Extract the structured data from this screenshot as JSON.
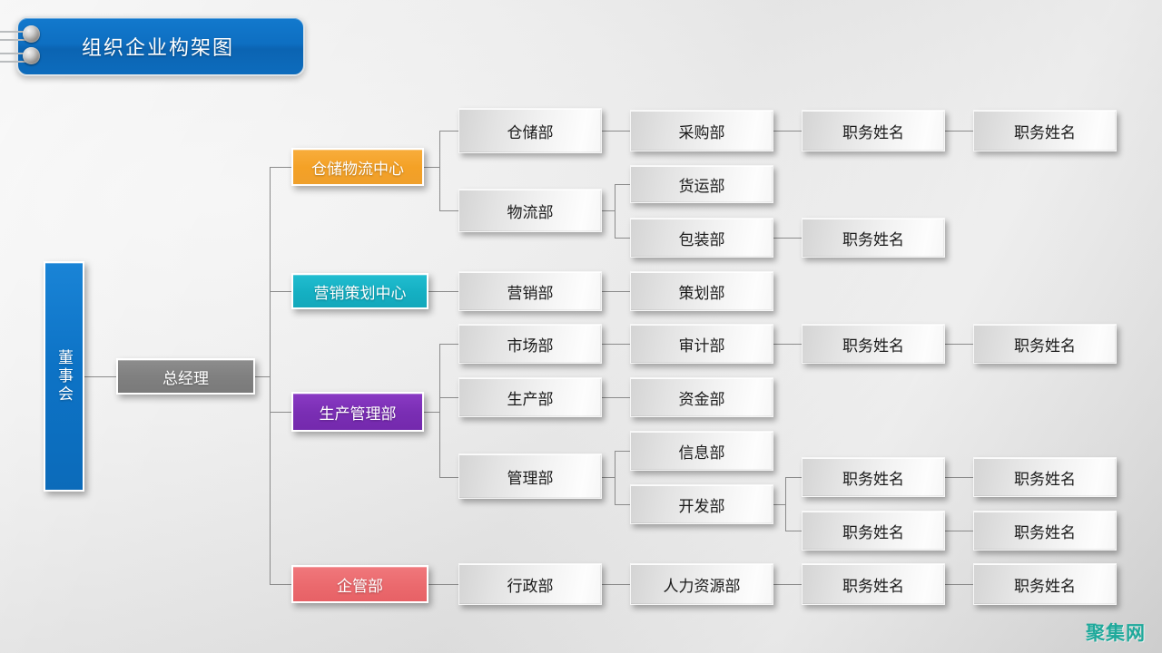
{
  "title": {
    "text": "组织企业构架图",
    "banner_color": "#0e6fc2",
    "pins": [
      "screw-pin-top",
      "screw-pin-bottom"
    ]
  },
  "watermark": {
    "text": "聚集网",
    "color": "#1fa99b"
  },
  "colors": {
    "orange": "#f4a126",
    "teal": "#15b0c3",
    "purple": "#7a2eb4",
    "red": "#eb6a6e",
    "blue": "#0d73c6",
    "gray": "#808080",
    "connector": "#8b8b8b",
    "background": "#e9e9e9"
  },
  "chart_data": {
    "type": "diagram",
    "title": "组织企业构架图",
    "nodes": [
      {
        "id": "board",
        "label": "董事会",
        "level": 0,
        "style": "blue-vertical"
      },
      {
        "id": "gm",
        "label": "总经理",
        "level": 1,
        "style": "gray"
      },
      {
        "id": "wlc",
        "label": "仓储物流中心",
        "level": 2,
        "style": "orange"
      },
      {
        "id": "mpc",
        "label": "营销策划中心",
        "level": 2,
        "style": "teal"
      },
      {
        "id": "pmd",
        "label": "生产管理部",
        "level": 2,
        "style": "purple"
      },
      {
        "id": "emd",
        "label": "企管部",
        "level": 2,
        "style": "red"
      },
      {
        "id": "warehouse",
        "label": "仓储部",
        "level": 3,
        "style": "plain"
      },
      {
        "id": "logistics",
        "label": "物流部",
        "level": 3,
        "style": "plain"
      },
      {
        "id": "marketing",
        "label": "营销部",
        "level": 3,
        "style": "plain"
      },
      {
        "id": "market",
        "label": "市场部",
        "level": 3,
        "style": "plain"
      },
      {
        "id": "production",
        "label": "生产部",
        "level": 3,
        "style": "plain"
      },
      {
        "id": "manage",
        "label": "管理部",
        "level": 3,
        "style": "plain"
      },
      {
        "id": "admin",
        "label": "行政部",
        "level": 3,
        "style": "plain"
      },
      {
        "id": "purchase",
        "label": "采购部",
        "level": 4,
        "style": "plain"
      },
      {
        "id": "freight",
        "label": "货运部",
        "level": 4,
        "style": "plain"
      },
      {
        "id": "packaging",
        "label": "包装部",
        "level": 4,
        "style": "plain"
      },
      {
        "id": "planning",
        "label": "策划部",
        "level": 4,
        "style": "plain"
      },
      {
        "id": "audit",
        "label": "审计部",
        "level": 4,
        "style": "plain"
      },
      {
        "id": "funds",
        "label": "资金部",
        "level": 4,
        "style": "plain"
      },
      {
        "id": "info",
        "label": "信息部",
        "level": 4,
        "style": "plain"
      },
      {
        "id": "dev",
        "label": "开发部",
        "level": 4,
        "style": "plain"
      },
      {
        "id": "hr",
        "label": "人力资源部",
        "level": 4,
        "style": "plain"
      },
      {
        "id": "p5a",
        "label": "职务姓名",
        "level": 5,
        "style": "plain"
      },
      {
        "id": "p5b",
        "label": "职务姓名",
        "level": 5,
        "style": "plain"
      },
      {
        "id": "p5c",
        "label": "职务姓名",
        "level": 5,
        "style": "plain"
      },
      {
        "id": "p5d",
        "label": "职务姓名",
        "level": 5,
        "style": "plain"
      },
      {
        "id": "p5e",
        "label": "职务姓名",
        "level": 5,
        "style": "plain"
      },
      {
        "id": "p5f",
        "label": "职务姓名",
        "level": 5,
        "style": "plain"
      },
      {
        "id": "p6a",
        "label": "职务姓名",
        "level": 6,
        "style": "plain"
      },
      {
        "id": "p6b",
        "label": "职务姓名",
        "level": 6,
        "style": "plain"
      },
      {
        "id": "p6c",
        "label": "职务姓名",
        "level": 6,
        "style": "plain"
      },
      {
        "id": "p6d",
        "label": "职务姓名",
        "level": 6,
        "style": "plain"
      },
      {
        "id": "p6e",
        "label": "职务姓名",
        "level": 6,
        "style": "plain"
      }
    ],
    "edges": [
      [
        "board",
        "gm"
      ],
      [
        "gm",
        "wlc"
      ],
      [
        "gm",
        "mpc"
      ],
      [
        "gm",
        "pmd"
      ],
      [
        "gm",
        "emd"
      ],
      [
        "wlc",
        "warehouse"
      ],
      [
        "wlc",
        "logistics"
      ],
      [
        "mpc",
        "marketing"
      ],
      [
        "pmd",
        "market"
      ],
      [
        "pmd",
        "production"
      ],
      [
        "pmd",
        "manage"
      ],
      [
        "emd",
        "admin"
      ],
      [
        "warehouse",
        "purchase"
      ],
      [
        "logistics",
        "freight"
      ],
      [
        "logistics",
        "packaging"
      ],
      [
        "marketing",
        "planning"
      ],
      [
        "market",
        "audit"
      ],
      [
        "production",
        "funds"
      ],
      [
        "manage",
        "info"
      ],
      [
        "manage",
        "dev"
      ],
      [
        "admin",
        "hr"
      ],
      [
        "purchase",
        "p5a"
      ],
      [
        "p5a",
        "p6a"
      ],
      [
        "packaging",
        "p5b"
      ],
      [
        "audit",
        "p5c"
      ],
      [
        "p5c",
        "p6b"
      ],
      [
        "dev",
        "p5d"
      ],
      [
        "dev",
        "p5e"
      ],
      [
        "p5d",
        "p6c"
      ],
      [
        "p5e",
        "p6d"
      ],
      [
        "hr",
        "p5f"
      ],
      [
        "p5f",
        "p6e"
      ]
    ]
  },
  "labels": {
    "board": "董事会",
    "gm": "总经理",
    "wlc": "仓储物流中心",
    "mpc": "营销策划中心",
    "pmd": "生产管理部",
    "emd": "企管部",
    "warehouse": "仓储部",
    "logistics": "物流部",
    "marketing": "营销部",
    "market": "市场部",
    "production": "生产部",
    "manage": "管理部",
    "admin": "行政部",
    "purchase": "采购部",
    "freight": "货运部",
    "packaging": "包装部",
    "planning": "策划部",
    "audit": "审计部",
    "funds": "资金部",
    "info": "信息部",
    "dev": "开发部",
    "hr": "人力资源部",
    "p5a": "职务姓名",
    "p5b": "职务姓名",
    "p5c": "职务姓名",
    "p5d": "职务姓名",
    "p5e": "职务姓名",
    "p5f": "职务姓名",
    "p6a": "职务姓名",
    "p6b": "职务姓名",
    "p6c": "职务姓名",
    "p6d": "职务姓名",
    "p6e": "职务姓名"
  }
}
